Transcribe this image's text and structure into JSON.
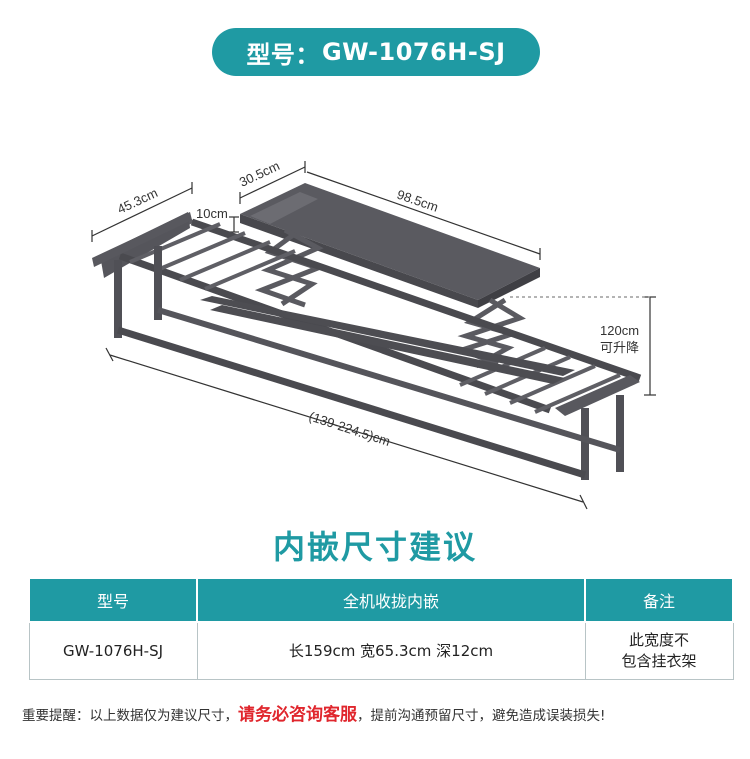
{
  "header": {
    "model_label": "型号：",
    "model_value": "GW-1076H-SJ"
  },
  "diagram": {
    "dim_width_top": "45.3cm",
    "dim_box_width": "30.5cm",
    "dim_box_length": "98.5cm",
    "dim_box_height": "10cm",
    "dim_lift": "120cm",
    "dim_lift_label": "可升降",
    "dim_length_range": "(139-224.5)cm"
  },
  "section": {
    "title": "内嵌尺寸建议"
  },
  "table": {
    "headers": [
      "型号",
      "全机收拢内嵌",
      "备注"
    ],
    "row": {
      "model": "GW-1076H-SJ",
      "size": "长159cm 宽65.3cm 深12cm",
      "remark_line1": "此宽度不",
      "remark_line2": "包含挂衣架"
    }
  },
  "footer": {
    "note_prefix": "重要提醒：以上数据仅为建议尺寸，",
    "note_warning": "请务必咨询客服",
    "note_suffix": "，提前沟通预留尺寸，避免造成误装损失!"
  },
  "colors": {
    "teal": "#1f9aa3",
    "warning_red": "#e0262d",
    "metal_dark": "#4a4a4f",
    "metal_light": "#6e6e74"
  }
}
